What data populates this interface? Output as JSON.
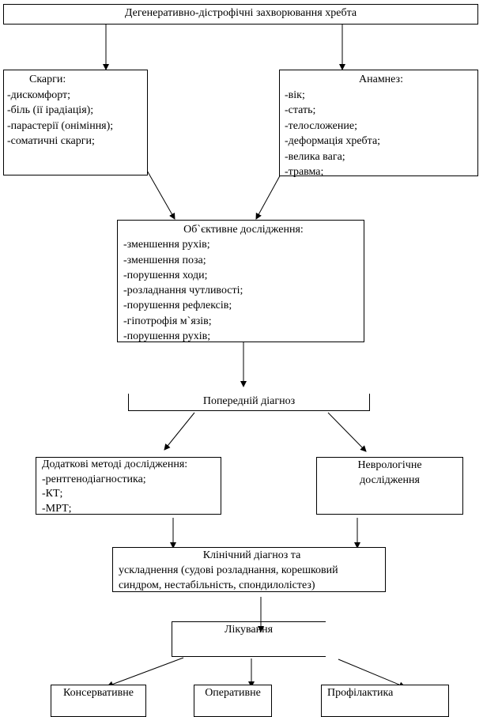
{
  "title": "Дегенеративно-дістрофічні захворювання хребта",
  "complaints": {
    "heading": "Скарги:",
    "items": [
      "-дискомфорт;",
      "-біль (ії ірадіація);",
      "-парастерії (онiміння);",
      "-соматичні скарги;"
    ]
  },
  "anamnesis": {
    "heading": "Анамнез:",
    "items": [
      "-вік;",
      "-стать;",
      "-телосложение;",
      "-деформація хребта;",
      "-велика вага;",
      "-травма;"
    ]
  },
  "objective": {
    "heading": "Об`єктивне  дослідження:",
    "items": [
      "-зменшення рухів;",
      "-зменшення поза;",
      "-порушення ходи;",
      "-розладнання чутливості;",
      "-порушення рефлексів;",
      "-гіпотрофія м`язів;",
      "-порушення рухів;"
    ]
  },
  "preliminary": "Попередній діагноз",
  "additional": {
    "heading": "Додаткові методі дослідження:",
    "items": [
      "-рентгенодіагностика;",
      "-КТ;",
      "-МРТ;"
    ]
  },
  "neuro": [
    "Неврологічне",
    "дослідження"
  ],
  "clinical": [
    "Клінічний  діагноз та",
    "ускладнення (судові  розладнання, корешковий",
    "синдром, нестабільність, спондилолістез)"
  ],
  "treatment": "Лікування",
  "outcomes": [
    "Консервативне",
    "Оперативне",
    "Профілактика"
  ]
}
